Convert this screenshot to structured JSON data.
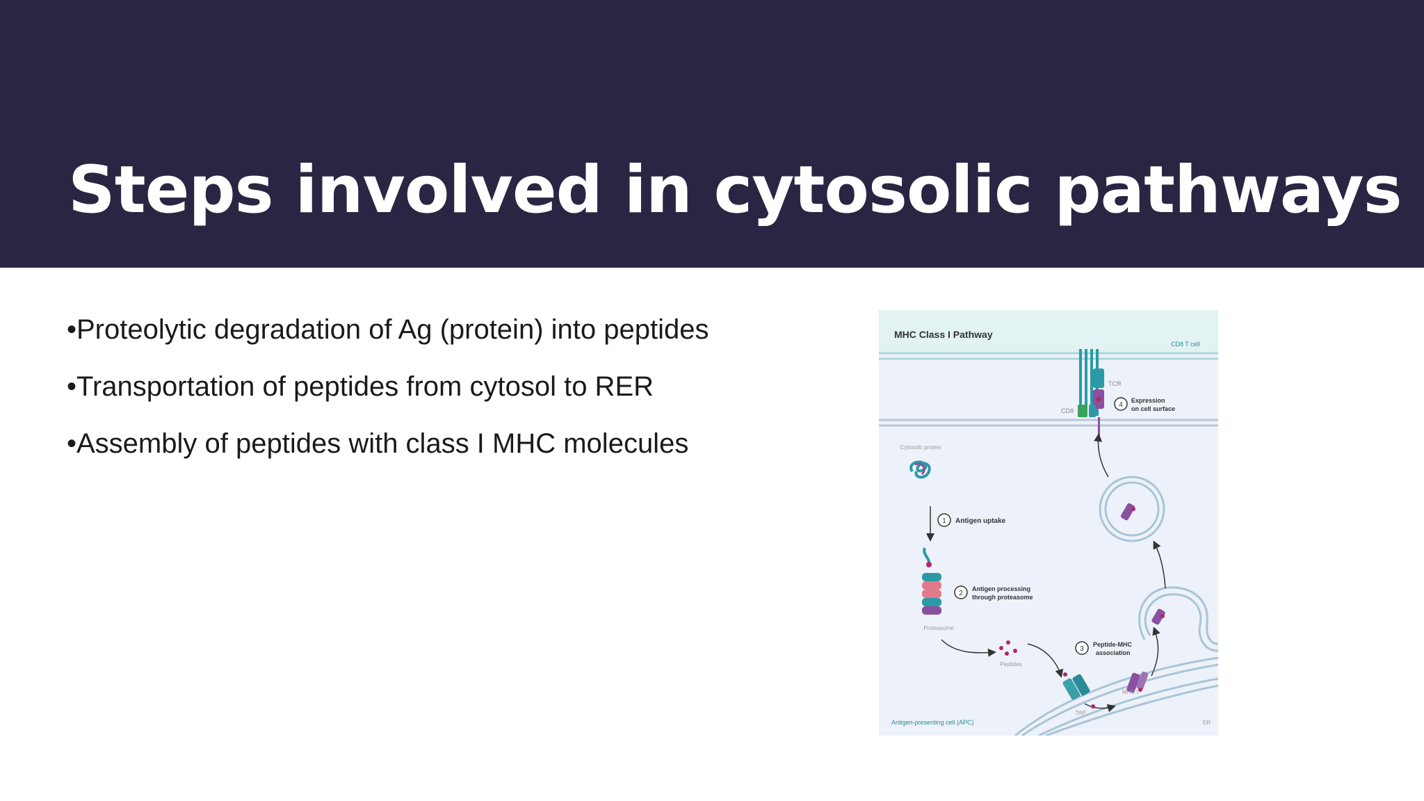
{
  "slide": {
    "title": "Steps involved in cytosolic pathways",
    "bullets": [
      "•Proteolytic degradation of Ag (protein) into peptides",
      "•Transportation of peptides from cytosol to RER",
      "•Assembly of peptides with class I MHC molecules"
    ]
  },
  "figure": {
    "title": "MHC Class I Pathway",
    "t_cell_label": "CD8 T cell",
    "tcr_label": "TCR",
    "cd8_label": "CD8",
    "cytosolic_protein_label": "Cytosolic protein",
    "steps": [
      {
        "num": "1",
        "label": "Antigen uptake"
      },
      {
        "num": "2",
        "label_line1": "Antigen processing",
        "label_line2": "through proteasome"
      },
      {
        "num": "3",
        "label_line1": "Peptide-MHC",
        "label_line2": "association"
      },
      {
        "num": "4",
        "label_line1": "Expression",
        "label_line2": "on cell surface"
      }
    ],
    "proteasome_label": "Proteasome",
    "peptides_label": "Peptides",
    "tap_label": "TAP",
    "mhc_label": "MHC I",
    "apc_label": "Antigen-presenting cell (APC)",
    "er_label": "ER"
  },
  "colors": {
    "header_bg": "#2a2542",
    "figure_bg": "#edf1f9",
    "membrane": "#a9d7dc",
    "teal": "#2a9aa6",
    "purple": "#8a4f9e",
    "peptide": "#b3266a"
  }
}
